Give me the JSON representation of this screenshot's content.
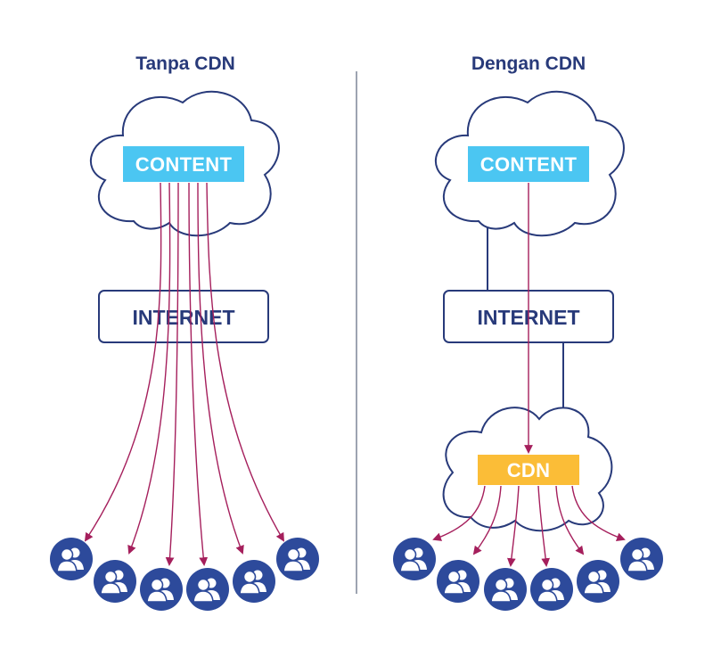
{
  "colors": {
    "navy": "#283a7a",
    "content_badge": "#4bc6f2",
    "cdn_badge": "#fbbd37",
    "arrow": "#a51f5c",
    "user_icon_bg": "#2d4a9b"
  },
  "left_panel": {
    "title": "Tanpa CDN",
    "content_label": "CONTENT",
    "internet_label": "INTERNET",
    "user_count": 6
  },
  "right_panel": {
    "title": "Dengan CDN",
    "content_label": "CONTENT",
    "internet_label": "INTERNET",
    "cdn_label": "CDN",
    "user_count": 6
  },
  "icons": [
    "cloud-icon",
    "users-icon",
    "arrow-icon"
  ]
}
